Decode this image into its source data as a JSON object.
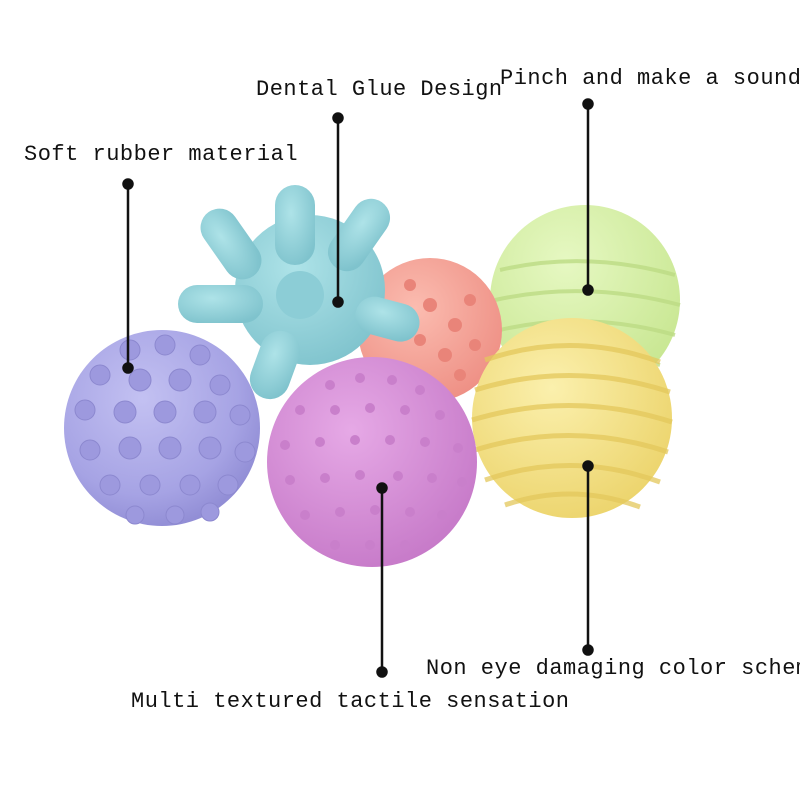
{
  "callouts": {
    "dental_glue": "Dental Glue Design",
    "pinch_sound": "Pinch and make a sound",
    "soft_rubber": "Soft rubber material",
    "non_eye_damaging": "Non eye damaging color scheme",
    "multi_textured": "Multi textured tactile sensation"
  },
  "colors": {
    "lavender_ball": "#a9a6e6",
    "blue_star": "#8fd0d8",
    "pink_ball": "#f6a79a",
    "green_ball": "#d6f0a6",
    "yellow_ball": "#f6e58e",
    "magenta_ball": "#d78fd8",
    "line": "#111111"
  }
}
